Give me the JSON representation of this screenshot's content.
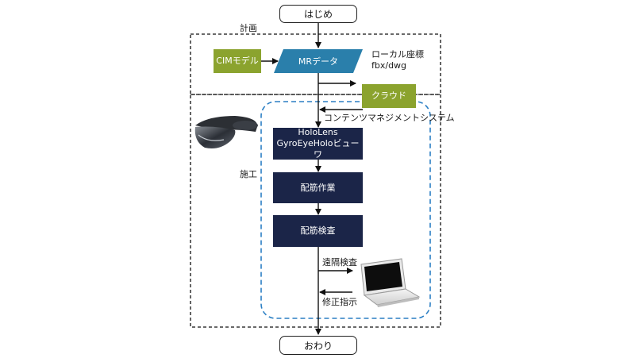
{
  "nodes": {
    "start": "はじめ",
    "end": "おわり",
    "cim_model": "CIMモデル",
    "mr_data": "MRデータ",
    "cloud": "クラウド",
    "viewer": "HoloLens\nGyroEyeHoloビューワ",
    "rebar_work": "配筋作業",
    "rebar_inspection": "配筋検査"
  },
  "sections": {
    "plan": "計画",
    "construction": "施工"
  },
  "annotations": {
    "local_coords": "ローカル座標",
    "file_formats": "fbx/dwg",
    "cms": "コンテンツマネジメントシステム",
    "remote_inspection": "遠隔検査",
    "correction": "修正指示"
  },
  "colors": {
    "green": "#8ba32e",
    "blue": "#2a7fab",
    "navy": "#1b2548",
    "dash_blue": "#2b7fc4"
  },
  "icons": {
    "headset": "hololens-headset-icon",
    "laptop": "laptop-icon"
  }
}
